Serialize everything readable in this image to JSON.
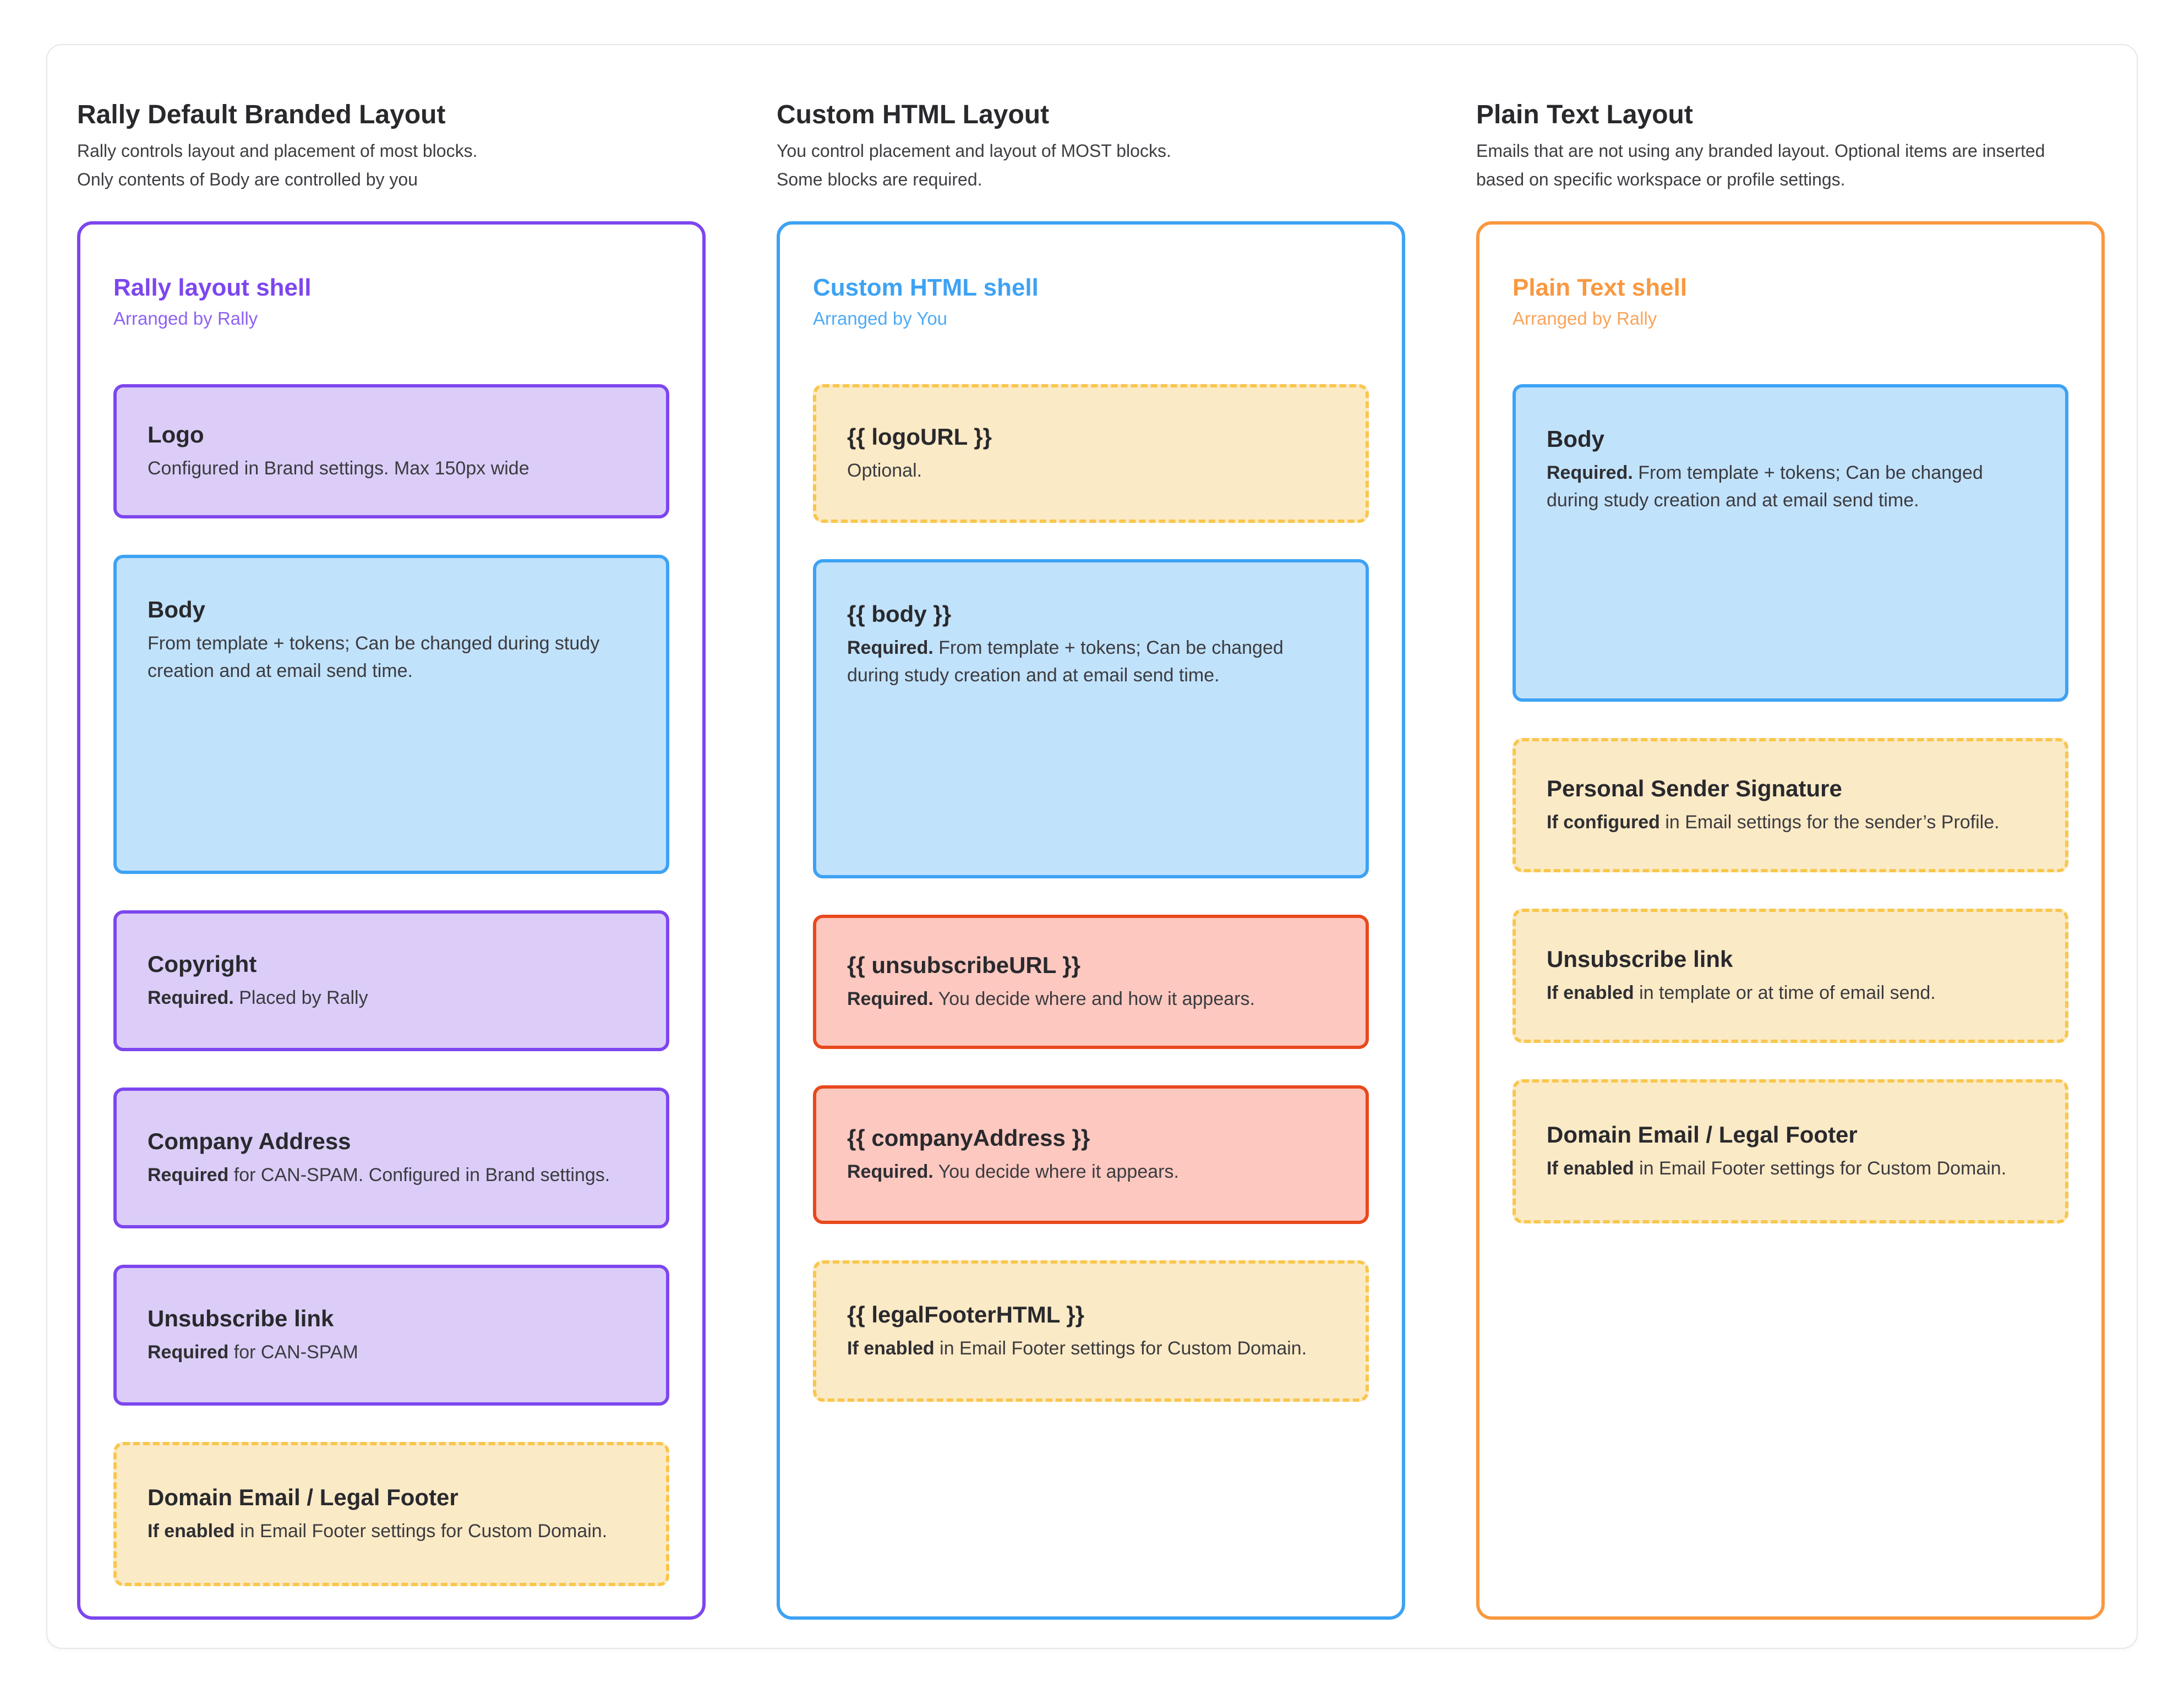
{
  "colors": {
    "purple_border": "#7d46ee",
    "purple_fill": "#dbcdf8",
    "blue_border": "#3da2f4",
    "blue_fill": "#c1e2fb",
    "yellow_border": "#f9c64d",
    "yellow_fill": "#fbeac6",
    "red_border": "#e8491d",
    "red_fill": "#fcc8c0",
    "orange_border": "#f9983f",
    "card_border": "#e7e7ea",
    "heading_text": "#29292d",
    "body_text": "#3b3b40"
  },
  "columns": [
    {
      "title": "Rally Default Branded Layout",
      "subtitle_lines": [
        "Rally controls layout and placement of most blocks.",
        "Only contents of Body are controlled by you"
      ],
      "shell": {
        "title": "Rally layout shell",
        "subtitle": "Arranged by Rally"
      },
      "blocks": [
        {
          "title": "Logo",
          "desc_bold": "",
          "desc": "Configured in Brand settings. Max 150px wide"
        },
        {
          "title": "Body",
          "desc_bold": "",
          "desc": "From template + tokens; Can be changed during study creation and at email send time."
        },
        {
          "title": "Copyright",
          "desc_bold": "Required.",
          "desc": " Placed by Rally"
        },
        {
          "title": "Company Address",
          "desc_bold": "Required",
          "desc": " for CAN-SPAM. Configured in Brand settings."
        },
        {
          "title": "Unsubscribe link",
          "desc_bold": "Required",
          "desc": " for CAN-SPAM"
        },
        {
          "title": "Domain Email / Legal Footer",
          "desc_bold": "If enabled",
          "desc": " in Email Footer settings for Custom Domain."
        }
      ]
    },
    {
      "title": "Custom HTML Layout",
      "subtitle_lines": [
        "You control placement and layout of MOST blocks.",
        "Some blocks are required."
      ],
      "shell": {
        "title": "Custom HTML shell",
        "subtitle": "Arranged by You"
      },
      "blocks": [
        {
          "title": "{{ logoURL }}",
          "desc_bold": "",
          "desc": "Optional."
        },
        {
          "title": "{{ body }}",
          "desc_bold": "Required.",
          "desc": " From template + tokens; Can be changed during study creation and at email send time."
        },
        {
          "title": "{{ unsubscribeURL }}",
          "desc_bold": "Required.",
          "desc": " You decide where and how it appears."
        },
        {
          "title": "{{ companyAddress }}",
          "desc_bold": "Required.",
          "desc": " You decide where it appears."
        },
        {
          "title": "{{ legalFooterHTML }}",
          "desc_bold": "If enabled",
          "desc": " in Email Footer settings for Custom Domain."
        }
      ]
    },
    {
      "title": "Plain Text Layout",
      "subtitle_lines": [
        "Emails that are not using any branded layout. Optional items are inserted",
        "based on specific workspace or profile settings."
      ],
      "shell": {
        "title": "Plain Text shell",
        "subtitle": "Arranged by Rally"
      },
      "blocks": [
        {
          "title": "Body",
          "desc_bold": "Required.",
          "desc": " From template + tokens; Can be changed during study creation and at email send time."
        },
        {
          "title": "Personal Sender Signature",
          "desc_bold": "If configured",
          "desc": " in Email settings for the sender’s Profile."
        },
        {
          "title": "Unsubscribe link",
          "desc_bold": "If enabled",
          "desc": " in template or at time of email send."
        },
        {
          "title": "Domain Email / Legal Footer",
          "desc_bold": "If enabled",
          "desc": " in Email Footer settings for Custom Domain."
        }
      ]
    }
  ]
}
